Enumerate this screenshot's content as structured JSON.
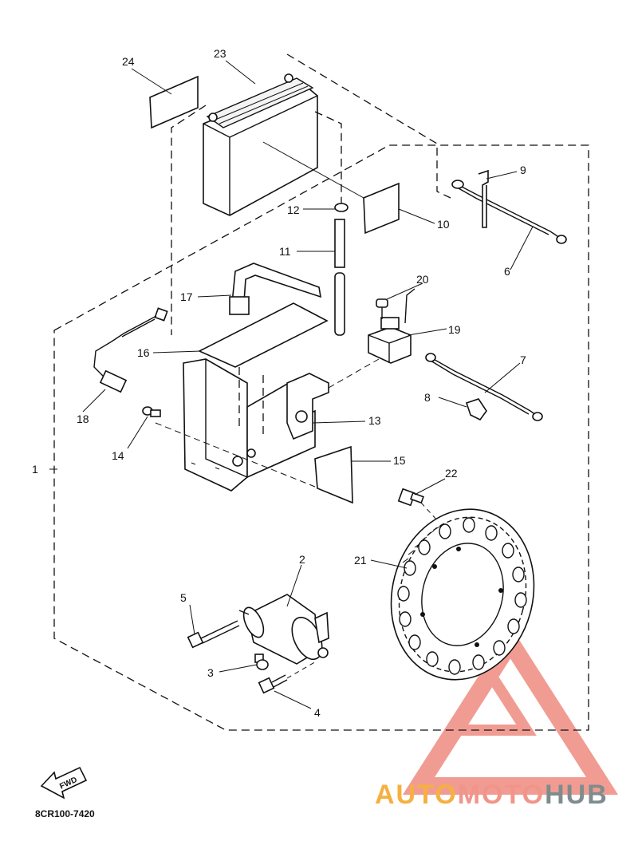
{
  "labels": {
    "p1": "1",
    "p2": "2",
    "p3": "3",
    "p4": "4",
    "p5": "5",
    "p6": "6",
    "p7": "7",
    "p8": "8",
    "p9": "9",
    "p10": "10",
    "p11": "11",
    "p12": "12",
    "p13": "13",
    "p14": "14",
    "p15": "15",
    "p16": "16",
    "p17": "17",
    "p18": "18",
    "p19": "19",
    "p20": "20",
    "p21": "21",
    "p22": "22",
    "p23": "23",
    "p24": "24"
  },
  "diagram_code": "8CR100-7420",
  "fwd_label": "FWD",
  "watermark": {
    "part_a": "AUTO",
    "part_b": "MOTO",
    "part_c": "HUB",
    "color_a": "#f5b041",
    "color_b": "#f1948a",
    "color_c": "#7f8c8d"
  }
}
